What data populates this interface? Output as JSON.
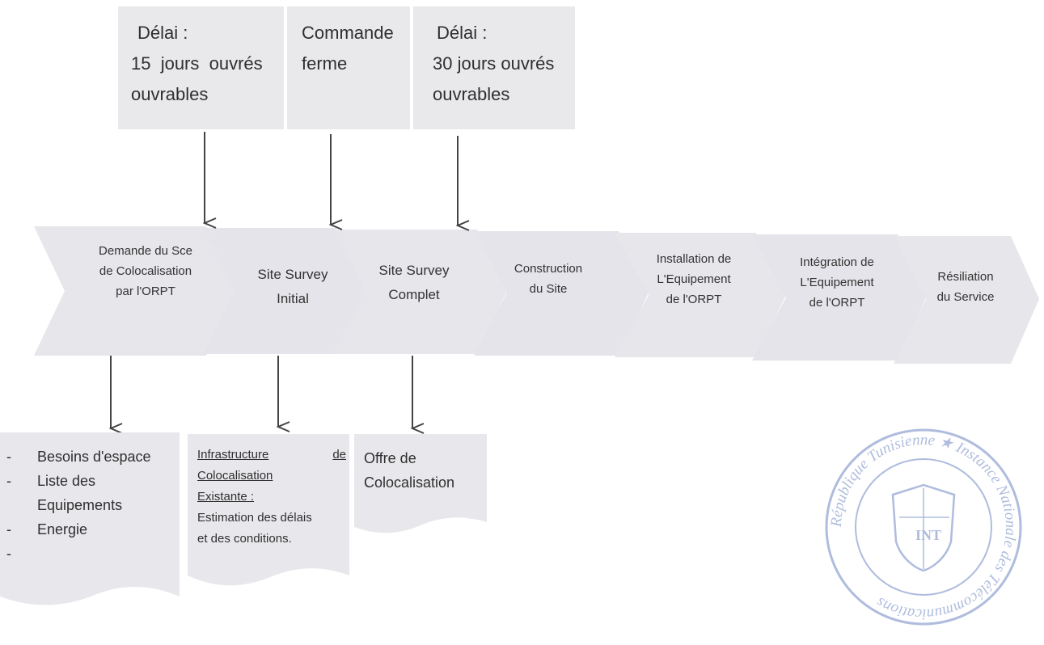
{
  "top_notes": [
    {
      "lines": [
        "Délai :",
        "15  jours  ouvrés",
        "ouvrables"
      ]
    },
    {
      "lines": [
        "Commande",
        "ferme"
      ]
    },
    {
      "lines": [
        "Délai :",
        "30 jours ouvrés",
        "ouvrables"
      ]
    }
  ],
  "steps": [
    {
      "lines": [
        "Demande du Sce",
        "de Colocalisation",
        "par l'ORPT"
      ]
    },
    {
      "lines": [
        "Site Survey",
        "Initial"
      ]
    },
    {
      "lines": [
        "Site Survey",
        "Complet"
      ]
    },
    {
      "lines": [
        "Construction",
        "du Site"
      ]
    },
    {
      "lines": [
        "Installation de",
        "L'Equipement",
        "de l'ORPT"
      ]
    },
    {
      "lines": [
        "Intégration de",
        "L'Equipement",
        "de l'ORPT"
      ]
    },
    {
      "lines": [
        "Résiliation",
        "du Service"
      ]
    }
  ],
  "bottom_notes": {
    "needs": {
      "items": [
        "Besoins d'espace",
        "Liste des",
        "Equipements",
        "Energie",
        ""
      ],
      "bullets": [
        "-",
        "-",
        "",
        "-",
        "-"
      ]
    },
    "infra": {
      "title_lines": [
        "Infrastructure",
        "de"
      ],
      "title_line2": "Colocalisation",
      "title_line3": "Existante :",
      "body_lines": [
        "Estimation des délais",
        "et des conditions."
      ]
    },
    "offer": {
      "lines": [
        "Offre de",
        "Colocalisation"
      ]
    }
  },
  "stamp": {
    "ring_text": "République Tunisienne ★ Instance Nationale des Télécommunications",
    "center_text": "INT"
  }
}
